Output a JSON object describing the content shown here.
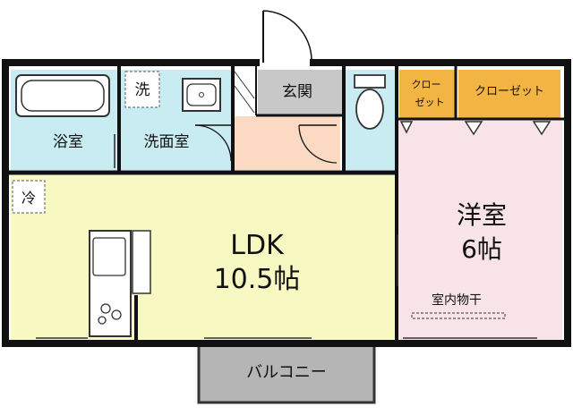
{
  "rooms": {
    "bath": "浴室",
    "washroom": "洗面室",
    "washer": "洗",
    "entrance": "玄関",
    "closet_small_1": "クロー",
    "closet_small_2": "ゼット",
    "closet_large": "クローゼット",
    "fridge": "冷",
    "ldk_name": "LDK",
    "ldk_size": "10.5帖",
    "western_name": "洋室",
    "western_size": "6帖",
    "drying": "室内物干",
    "balcony": "バルコニー"
  },
  "colors": {
    "wall": "#111111",
    "bath": "#c9ecf3",
    "entrance": "#c8c8c8",
    "hall": "#fbd9c2",
    "ldk": "#f8f8c3",
    "western": "#f8e4e8",
    "closet": "#f2b442",
    "balcony": "#b5b5b5"
  }
}
